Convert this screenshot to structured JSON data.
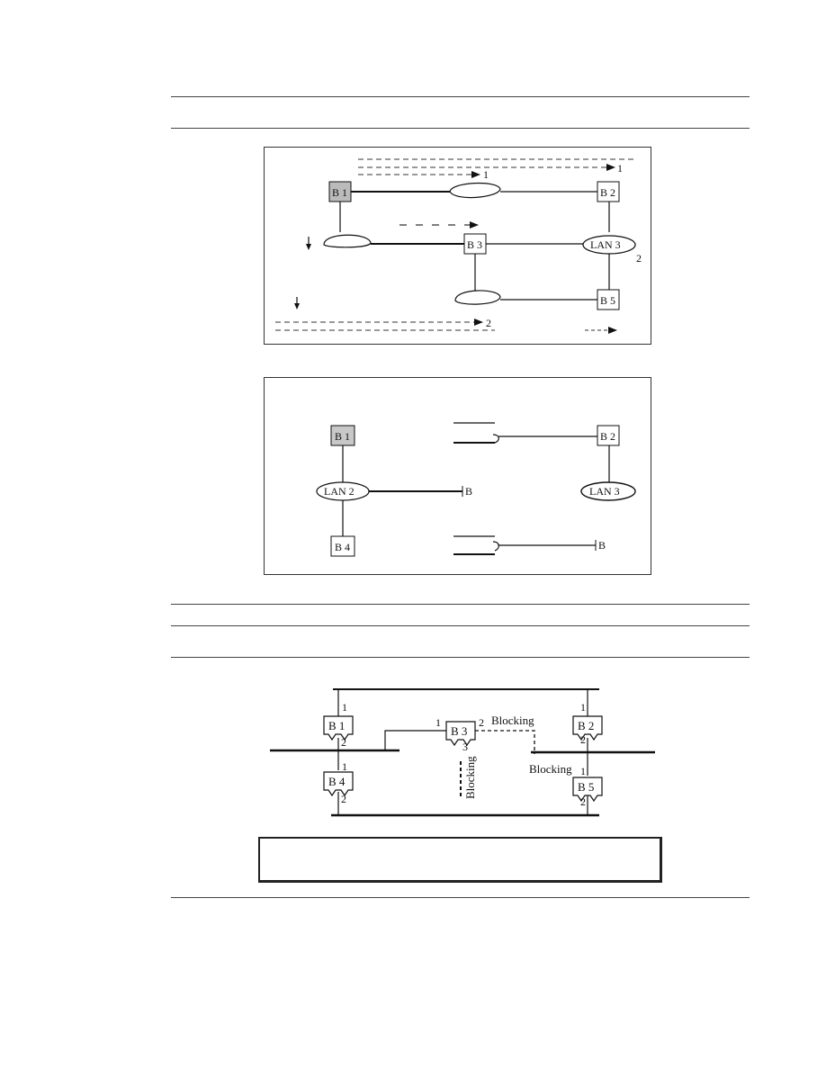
{
  "figure1": {
    "bridges": {
      "b1": "B 1",
      "b2": "B 2",
      "b3": "B 3",
      "b5": "B 5"
    },
    "lans": {
      "lan3": "LAN 3"
    },
    "path_labels": {
      "p1a": "1",
      "p1b": "1",
      "p2a": "2",
      "p2b": "2"
    }
  },
  "figure2": {
    "bridges": {
      "b1": "B 1",
      "b2": "B 2",
      "b4": "B 4",
      "trunc_a": "B",
      "trunc_b": "B"
    },
    "lans": {
      "lan2": "LAN 2",
      "lan3": "LAN 3"
    }
  },
  "figure3": {
    "bridges": {
      "b1": "B 1",
      "b2": "B 2",
      "b3": "B 3",
      "b4": "B 4",
      "b5": "B 5"
    },
    "ports": {
      "b1_top": "1",
      "b1_bot": "2",
      "b2_top": "1",
      "b2_bot": "2",
      "b3_left": "1",
      "b3_right": "2",
      "b3_bot": "3",
      "b4_top": "1",
      "b4_bot": "2",
      "b5_top": "1",
      "b5_bot": "2"
    },
    "blocking": {
      "b3_port2": "Blocking",
      "b3_port3": "Blocking",
      "b5_port1": "Blocking"
    }
  }
}
